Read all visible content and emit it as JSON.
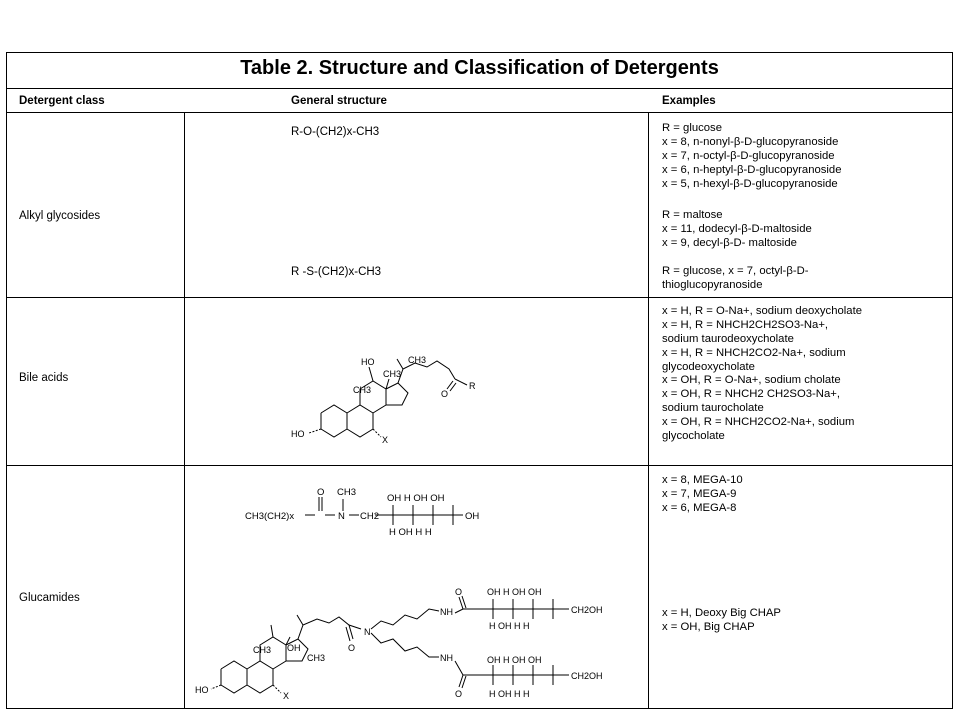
{
  "table": {
    "title": "Table 2. Structure and Classification of Detergents",
    "headers": {
      "class": "Detergent class",
      "structure": "General structure",
      "examples": "Examples"
    },
    "rows": [
      {
        "class": "Alkyl glycosides",
        "structure_formulas": [
          "R-O-(CH2)x-CH3",
          "R -S-(CH2)x-CH3"
        ],
        "examples": [
          [
            "R = glucose",
            "x = 8, n-nonyl-β-D-glucopyranoside",
            "x = 7, n-octyl-β-D-glucopyranoside",
            "x = 6, n-heptyl-β-D-glucopyranoside",
            "x = 5, n-hexyl-β-D-glucopyranoside"
          ],
          [
            "R = maltose",
            "x = 11, dodecyl-β-D-maltoside",
            "x = 9, decyl-β-D- maltoside"
          ],
          [
            "R = glucose, x = 7, octyl-β-D-",
            "thioglucopyranoside"
          ]
        ]
      },
      {
        "class": "Bile acids",
        "examples": [
          "x = H, R = O-Na+, sodium deoxycholate",
          "x = H, R = NHCH2CH2SO3-Na+,",
          "sodium taurodeoxycholate",
          "x = H, R = NHCH2CO2-Na+, sodium",
          "glycodeoxycholate",
          "x = OH, R = O-Na+, sodium cholate",
          "x = OH, R = NHCH2 CH2SO3-Na+,",
          "sodium taurocholate",
          "x = OH, R = NHCH2CO2-Na+, sodium",
          "glycocholate"
        ]
      },
      {
        "class": "Glucamides",
        "examples_a": [
          "x = 8, MEGA-10",
          "x = 7, MEGA-9",
          "x = 6, MEGA-8"
        ],
        "examples_b": [
          "x = H, Deoxy Big CHAP",
          "x = OH, Big CHAP"
        ]
      }
    ]
  },
  "structure_labels": {
    "bile": {
      "ho_top": "HO",
      "ch3_a": "CH3",
      "ch3_b": "CH3",
      "ch3_c": "CH3",
      "ho_bottom": "HO",
      "x": "X",
      "r": "R",
      "o": "O"
    },
    "mega": {
      "chain": "CH3(CH2)x",
      "o": "O",
      "ch3": "CH3",
      "n": "N",
      "ch2": "CH2",
      "oh_top": "OH H OH OH",
      "h_bottom": "H OH H H",
      "end": "OH"
    },
    "bigchap": {
      "oh": "OH",
      "ch3_a": "CH3",
      "ch3_b": "CH3",
      "ho": "HO",
      "x": "X",
      "o": "O",
      "n": "N",
      "nh_a": "NH",
      "nh_b": "NH",
      "top_sugar_top": "OH H OH OH",
      "top_sugar_bottom": "H OH H H",
      "top_end": "CH2OH",
      "bot_sugar_top": "OH H OH OH",
      "bot_sugar_bottom": "H OH H H",
      "bot_end": "CH2OH",
      "o_a": "O",
      "o_b": "O"
    }
  }
}
